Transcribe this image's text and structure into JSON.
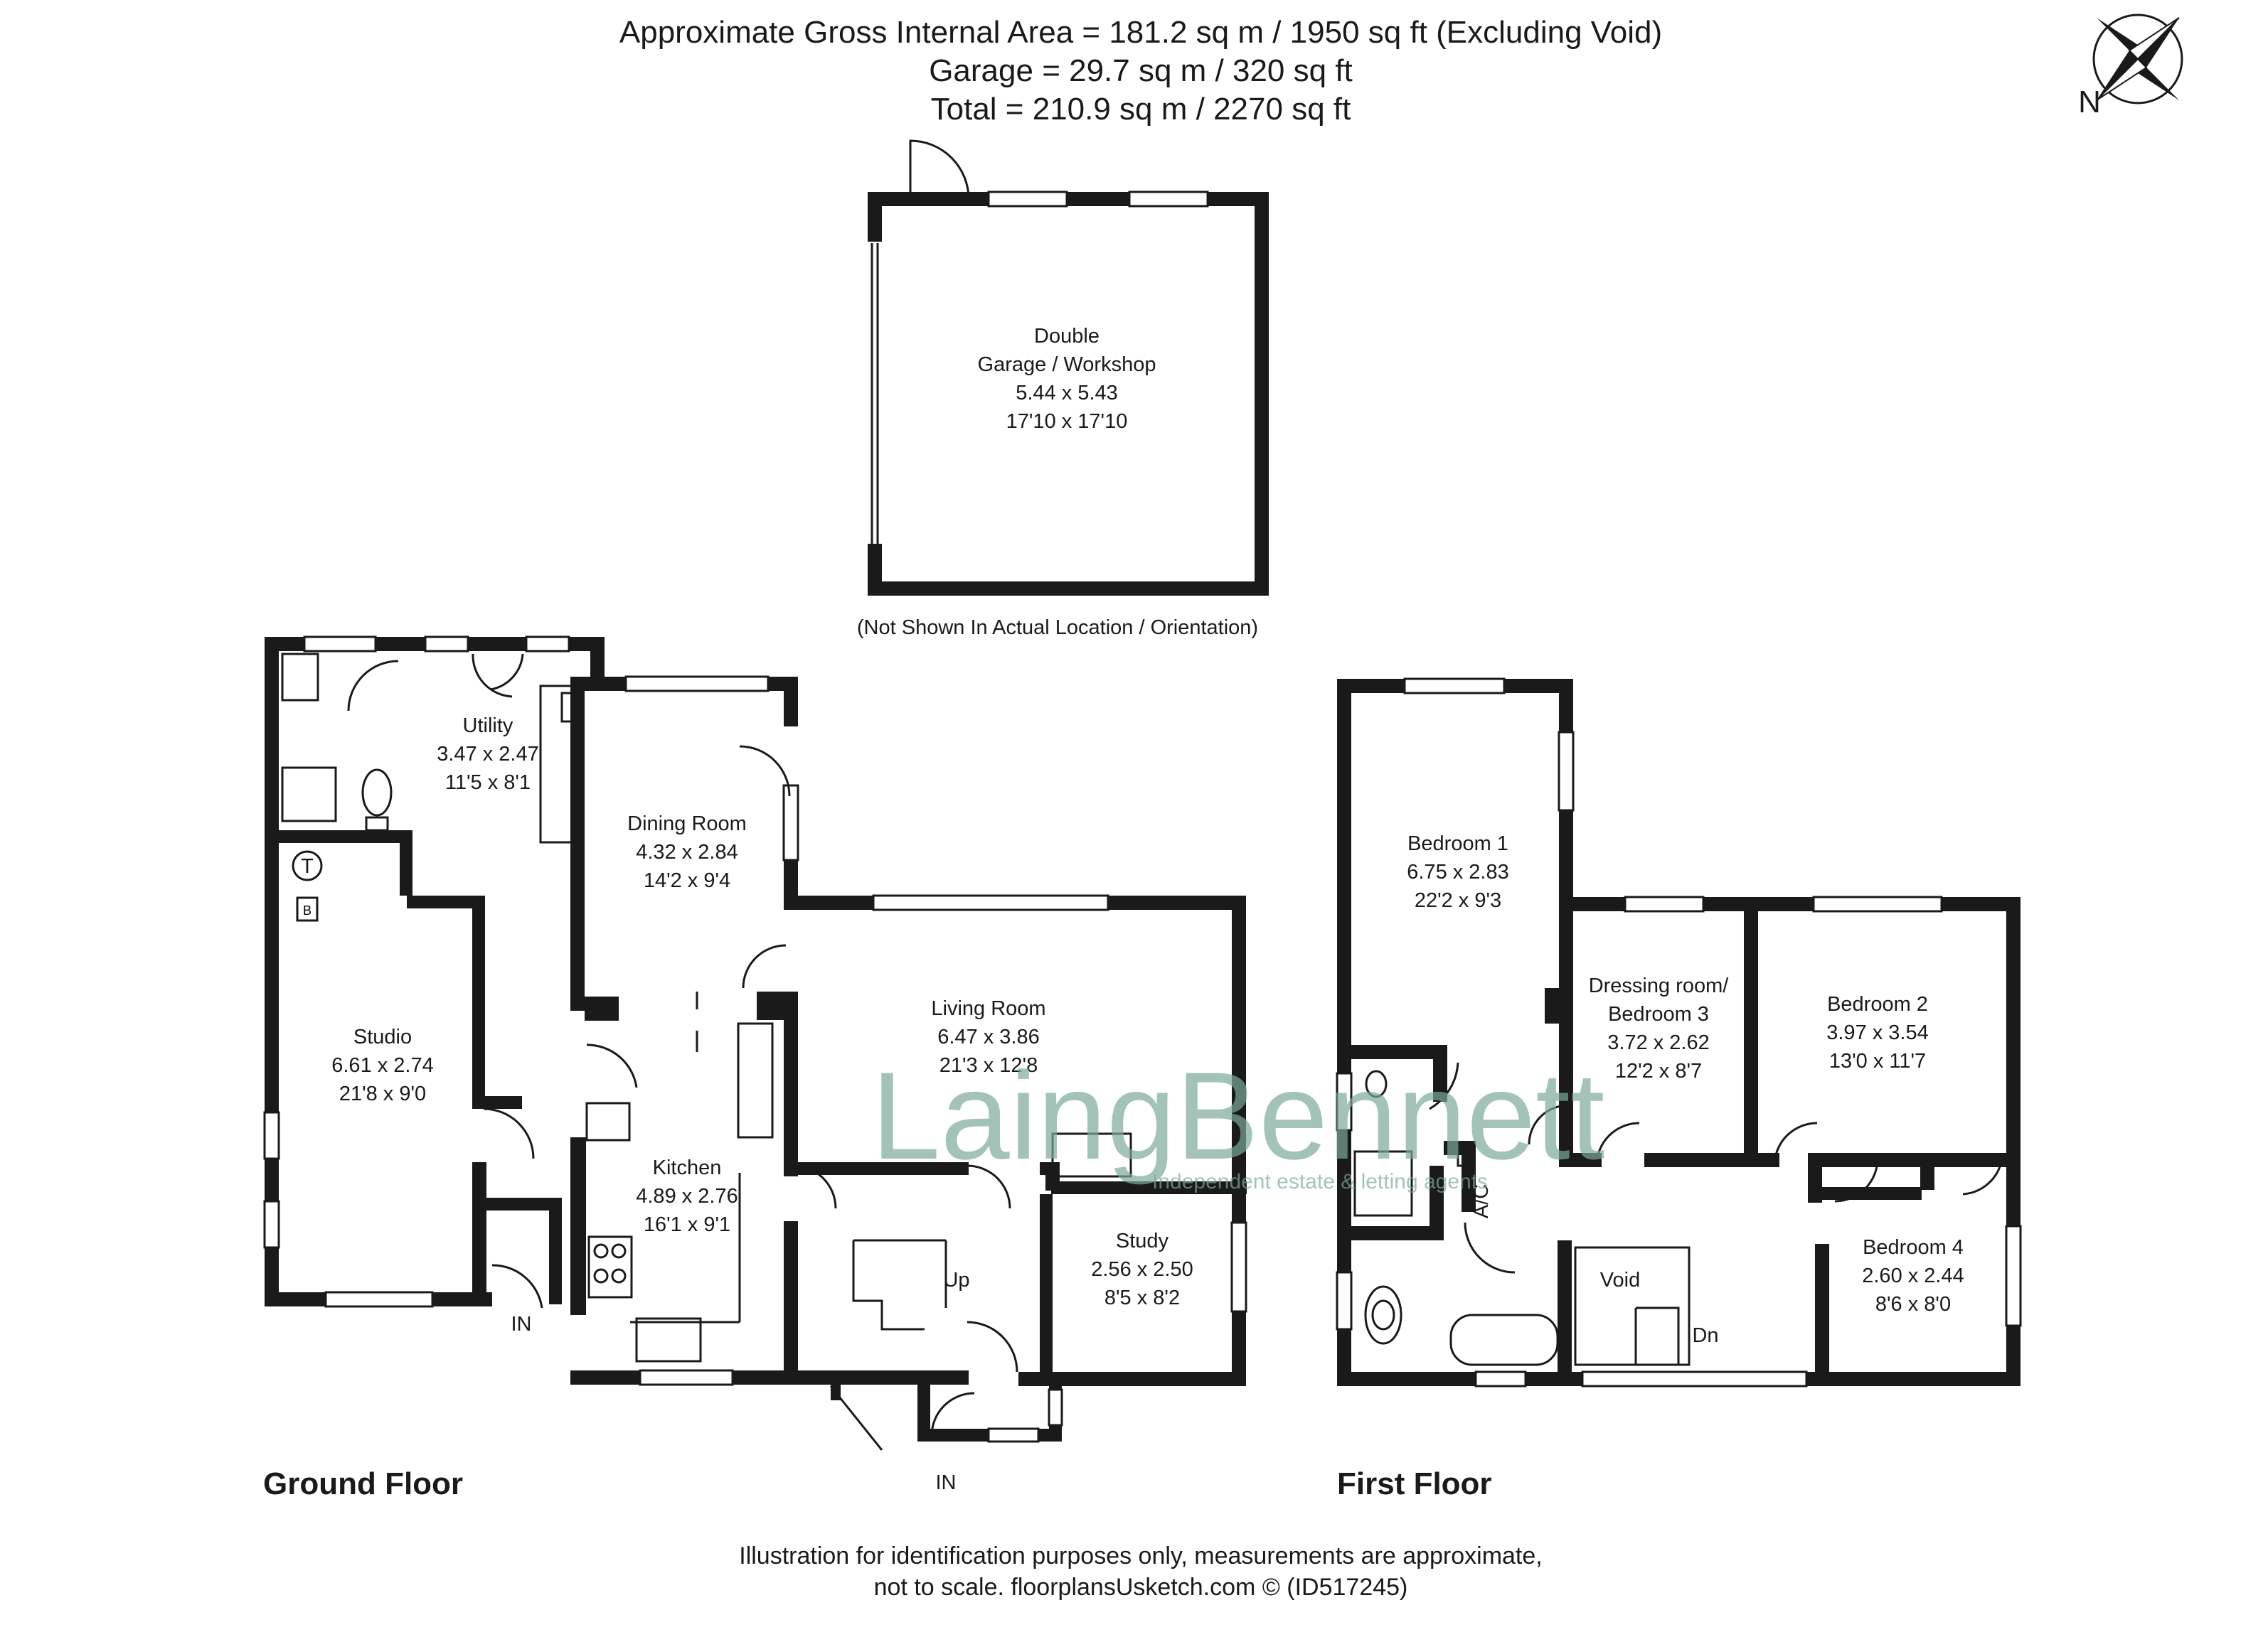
{
  "header": {
    "line1": "Approximate Gross Internal Area = 181.2 sq m / 1950 sq ft (Excluding Void)",
    "line2": "Garage = 29.7 sq m / 320 sq ft",
    "line3": "Total = 210.9 sq m / 2270 sq ft"
  },
  "compass": {
    "label": "N",
    "icon": "compass-rose-icon"
  },
  "garage": {
    "name1": "Double",
    "name2": "Garage / Workshop",
    "metric": "5.44 x 5.43",
    "imperial": "17'10 x 17'10",
    "note": "(Not Shown In Actual Location / Orientation)"
  },
  "ground_floor": {
    "title": "Ground Floor",
    "utility": {
      "name": "Utility",
      "metric": "3.47 x 2.47",
      "imperial": "11'5 x 8'1"
    },
    "dining": {
      "name": "Dining Room",
      "metric": "4.32 x 2.84",
      "imperial": "14'2 x 9'4"
    },
    "studio": {
      "name": "Studio",
      "metric": "6.61 x 2.74",
      "imperial": "21'8 x 9'0"
    },
    "living": {
      "name": "Living Room",
      "metric": "6.47 x 3.86",
      "imperial": "21'3 x 12'8"
    },
    "kitchen": {
      "name": "Kitchen",
      "metric": "4.89 x 2.76",
      "imperial": "16'1 x 9'1"
    },
    "study": {
      "name": "Study",
      "metric": "2.56 x 2.50",
      "imperial": "8'5 x 8'2"
    },
    "up": "Up",
    "in1": "IN",
    "in2": "IN",
    "t_symbol": "T",
    "b_symbol": "B"
  },
  "first_floor": {
    "title": "First Floor",
    "bed1": {
      "name": "Bedroom 1",
      "metric": "6.75 x 2.83",
      "imperial": "22'2 x 9'3"
    },
    "dressing": {
      "name1": "Dressing room/",
      "name2": "Bedroom 3",
      "metric": "3.72 x 2.62",
      "imperial": "12'2 x 8'7"
    },
    "bed2": {
      "name": "Bedroom 2",
      "metric": "3.97 x 3.54",
      "imperial": "13'0 x 11'7"
    },
    "bed4": {
      "name": "Bedroom 4",
      "metric": "2.60 x 2.44",
      "imperial": "8'6 x 8'0"
    },
    "void": "Void",
    "dn": "Dn",
    "ac": "A/C"
  },
  "watermark": {
    "brand": "LaingBennett",
    "tagline": "Independent estate & letting agents",
    "color": "#7ea99a"
  },
  "footer": {
    "line1": "Illustration for identification purposes only, measurements are approximate,",
    "line2": "not to scale. floorplansUsketch.com © (ID517245)"
  }
}
